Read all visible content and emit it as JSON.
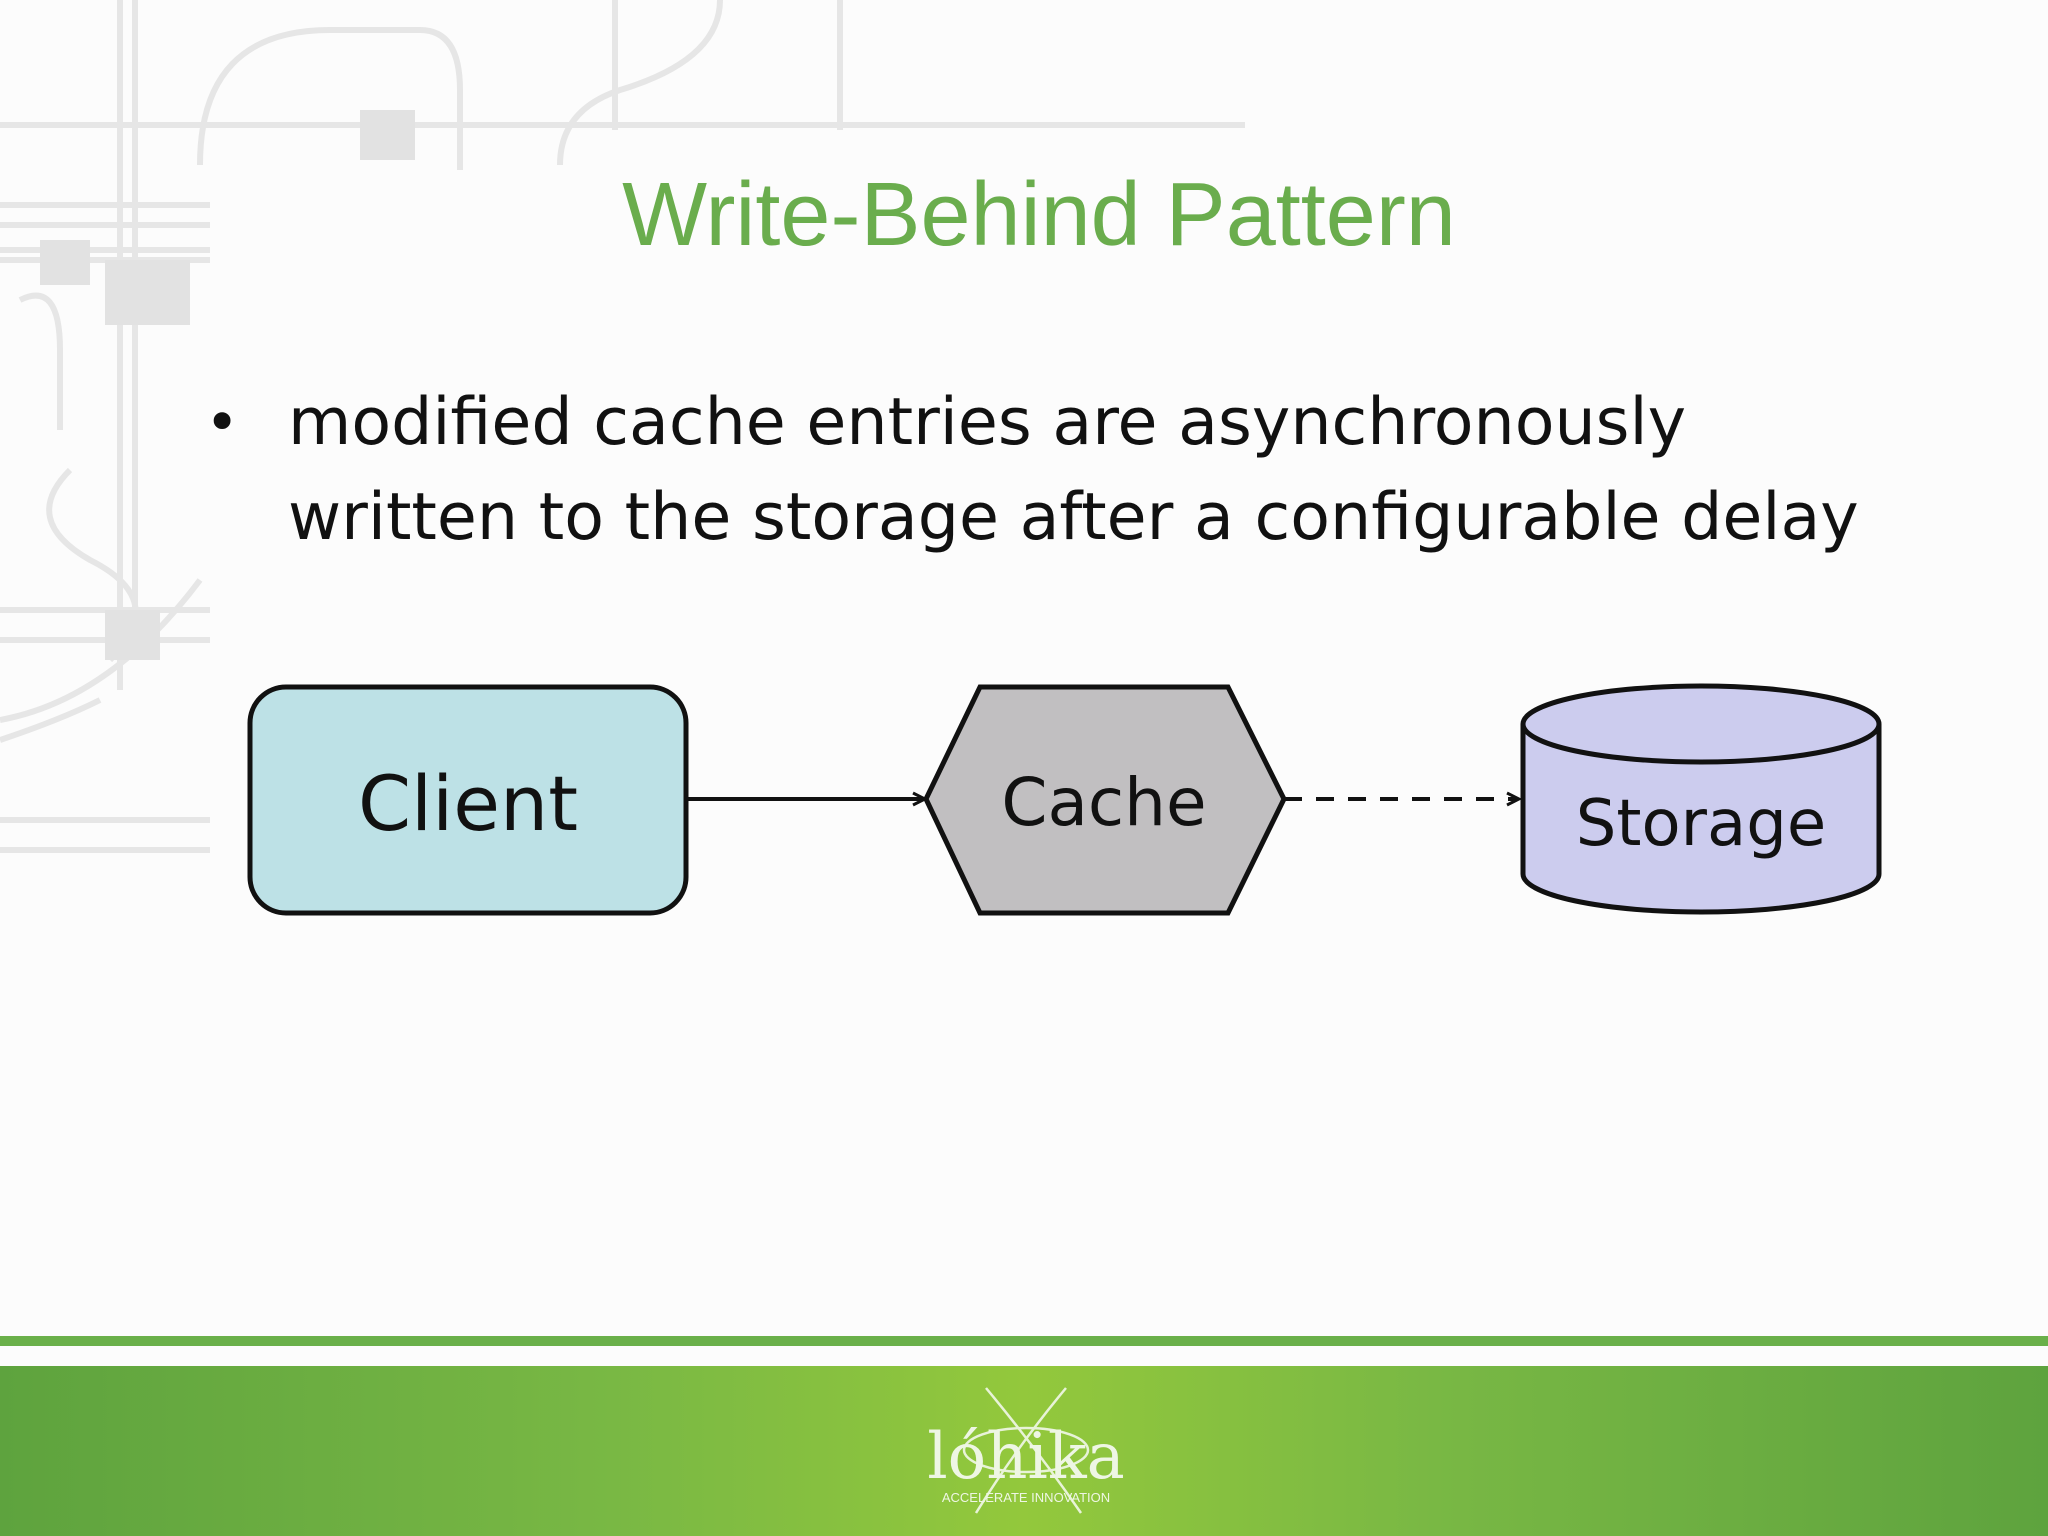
{
  "slide": {
    "title": "Write-Behind Pattern",
    "bullets": [
      {
        "text": "modified cache entries are asynchronously written to the storage after a configurable delay"
      }
    ]
  },
  "diagram": {
    "nodes": [
      {
        "id": "client",
        "label": "Client",
        "shape": "rounded-rectangle",
        "fill": "#bde1e6"
      },
      {
        "id": "cache",
        "label": "Cache",
        "shape": "hexagon",
        "fill": "#c1bfc1"
      },
      {
        "id": "storage",
        "label": "Storage",
        "shape": "cylinder",
        "fill": "#ccccee"
      }
    ],
    "edges": [
      {
        "from": "client",
        "to": "cache",
        "style": "solid"
      },
      {
        "from": "cache",
        "to": "storage",
        "style": "dashed"
      }
    ]
  },
  "footer": {
    "logo_text": "lóhika",
    "logo_tagline": "ACCELERATE INNOVATION",
    "band_color": "#79b844"
  },
  "theme": {
    "title_color": "#6aad4d",
    "background": "#fcfcfc"
  }
}
